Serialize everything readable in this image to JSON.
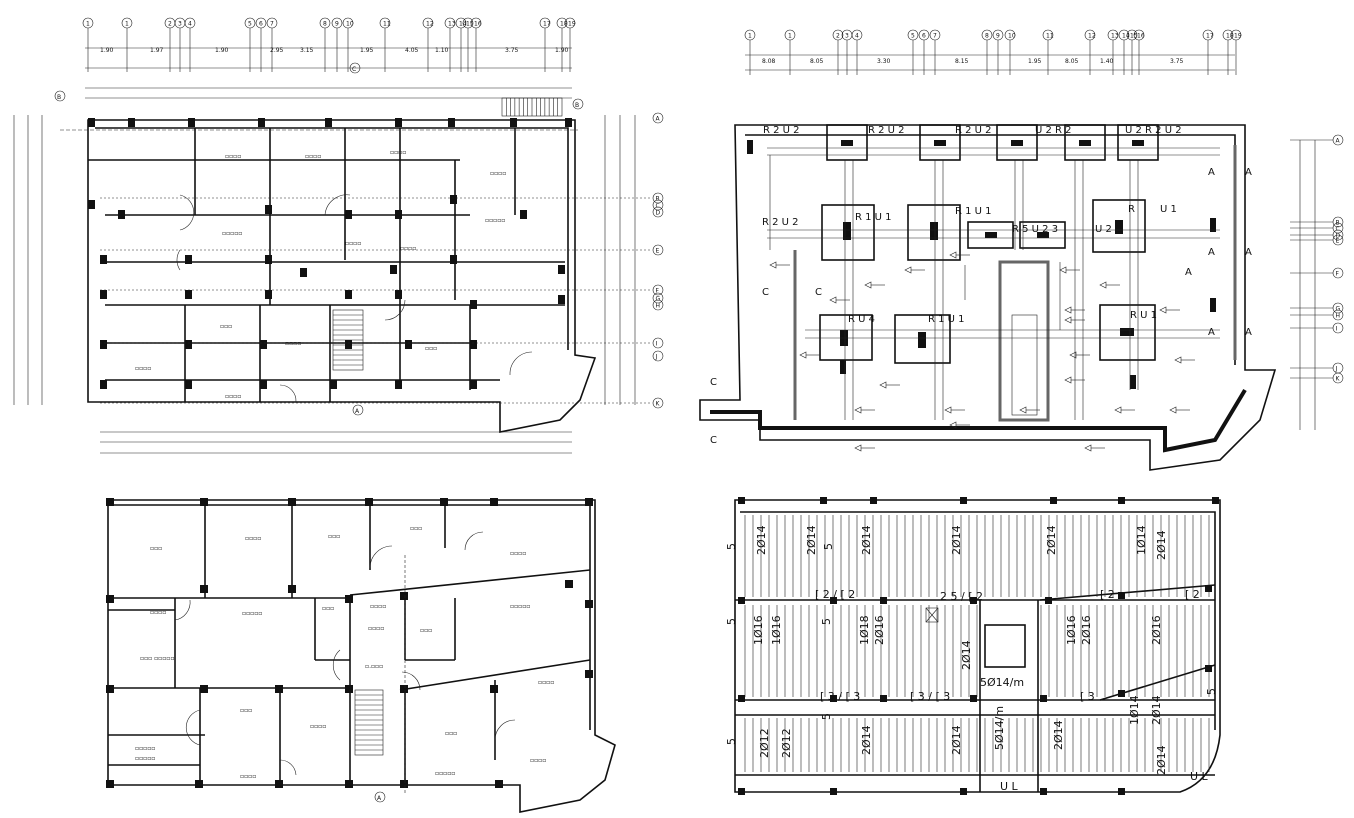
{
  "grid_axes_top_left": [
    "1",
    "1",
    "2",
    "3",
    "4",
    "5",
    "6",
    "7",
    "8",
    "9",
    "10",
    "11",
    "12",
    "13",
    "14",
    "15",
    "16",
    "17",
    "18",
    "19"
  ],
  "grid_axes_right": [
    "A",
    "B",
    "C",
    "D",
    "E",
    "F",
    "G",
    "H",
    "I",
    "J",
    "K"
  ],
  "dims_top_left": [
    "1.90",
    "1.97",
    "1.90",
    "2.95",
    "3.15",
    "1.95",
    "4.05",
    "1.10",
    "3.75",
    "1.90"
  ],
  "dims_top_right": [
    "8.08",
    "8.05",
    "3.30",
    "8.15",
    "1.95",
    "8.05",
    "1.40",
    "3.75"
  ],
  "section_marks": [
    "A",
    "B",
    "C"
  ],
  "foundation_labels": {
    "r1": "R 1",
    "r2": "R 2",
    "u1": "U 1",
    "u2": "U 2",
    "r5": "R 5",
    "u23": "U2 3",
    "a": "A",
    "c": "C"
  },
  "beam_labels": [
    "2Ø14",
    "1Ø16",
    "2Ø16",
    "5Ø14/m",
    "1Ø18",
    "2Ø12",
    "2",
    "5",
    "U",
    "L"
  ],
  "colors": {
    "line": "#111111",
    "background": "#ffffff"
  }
}
